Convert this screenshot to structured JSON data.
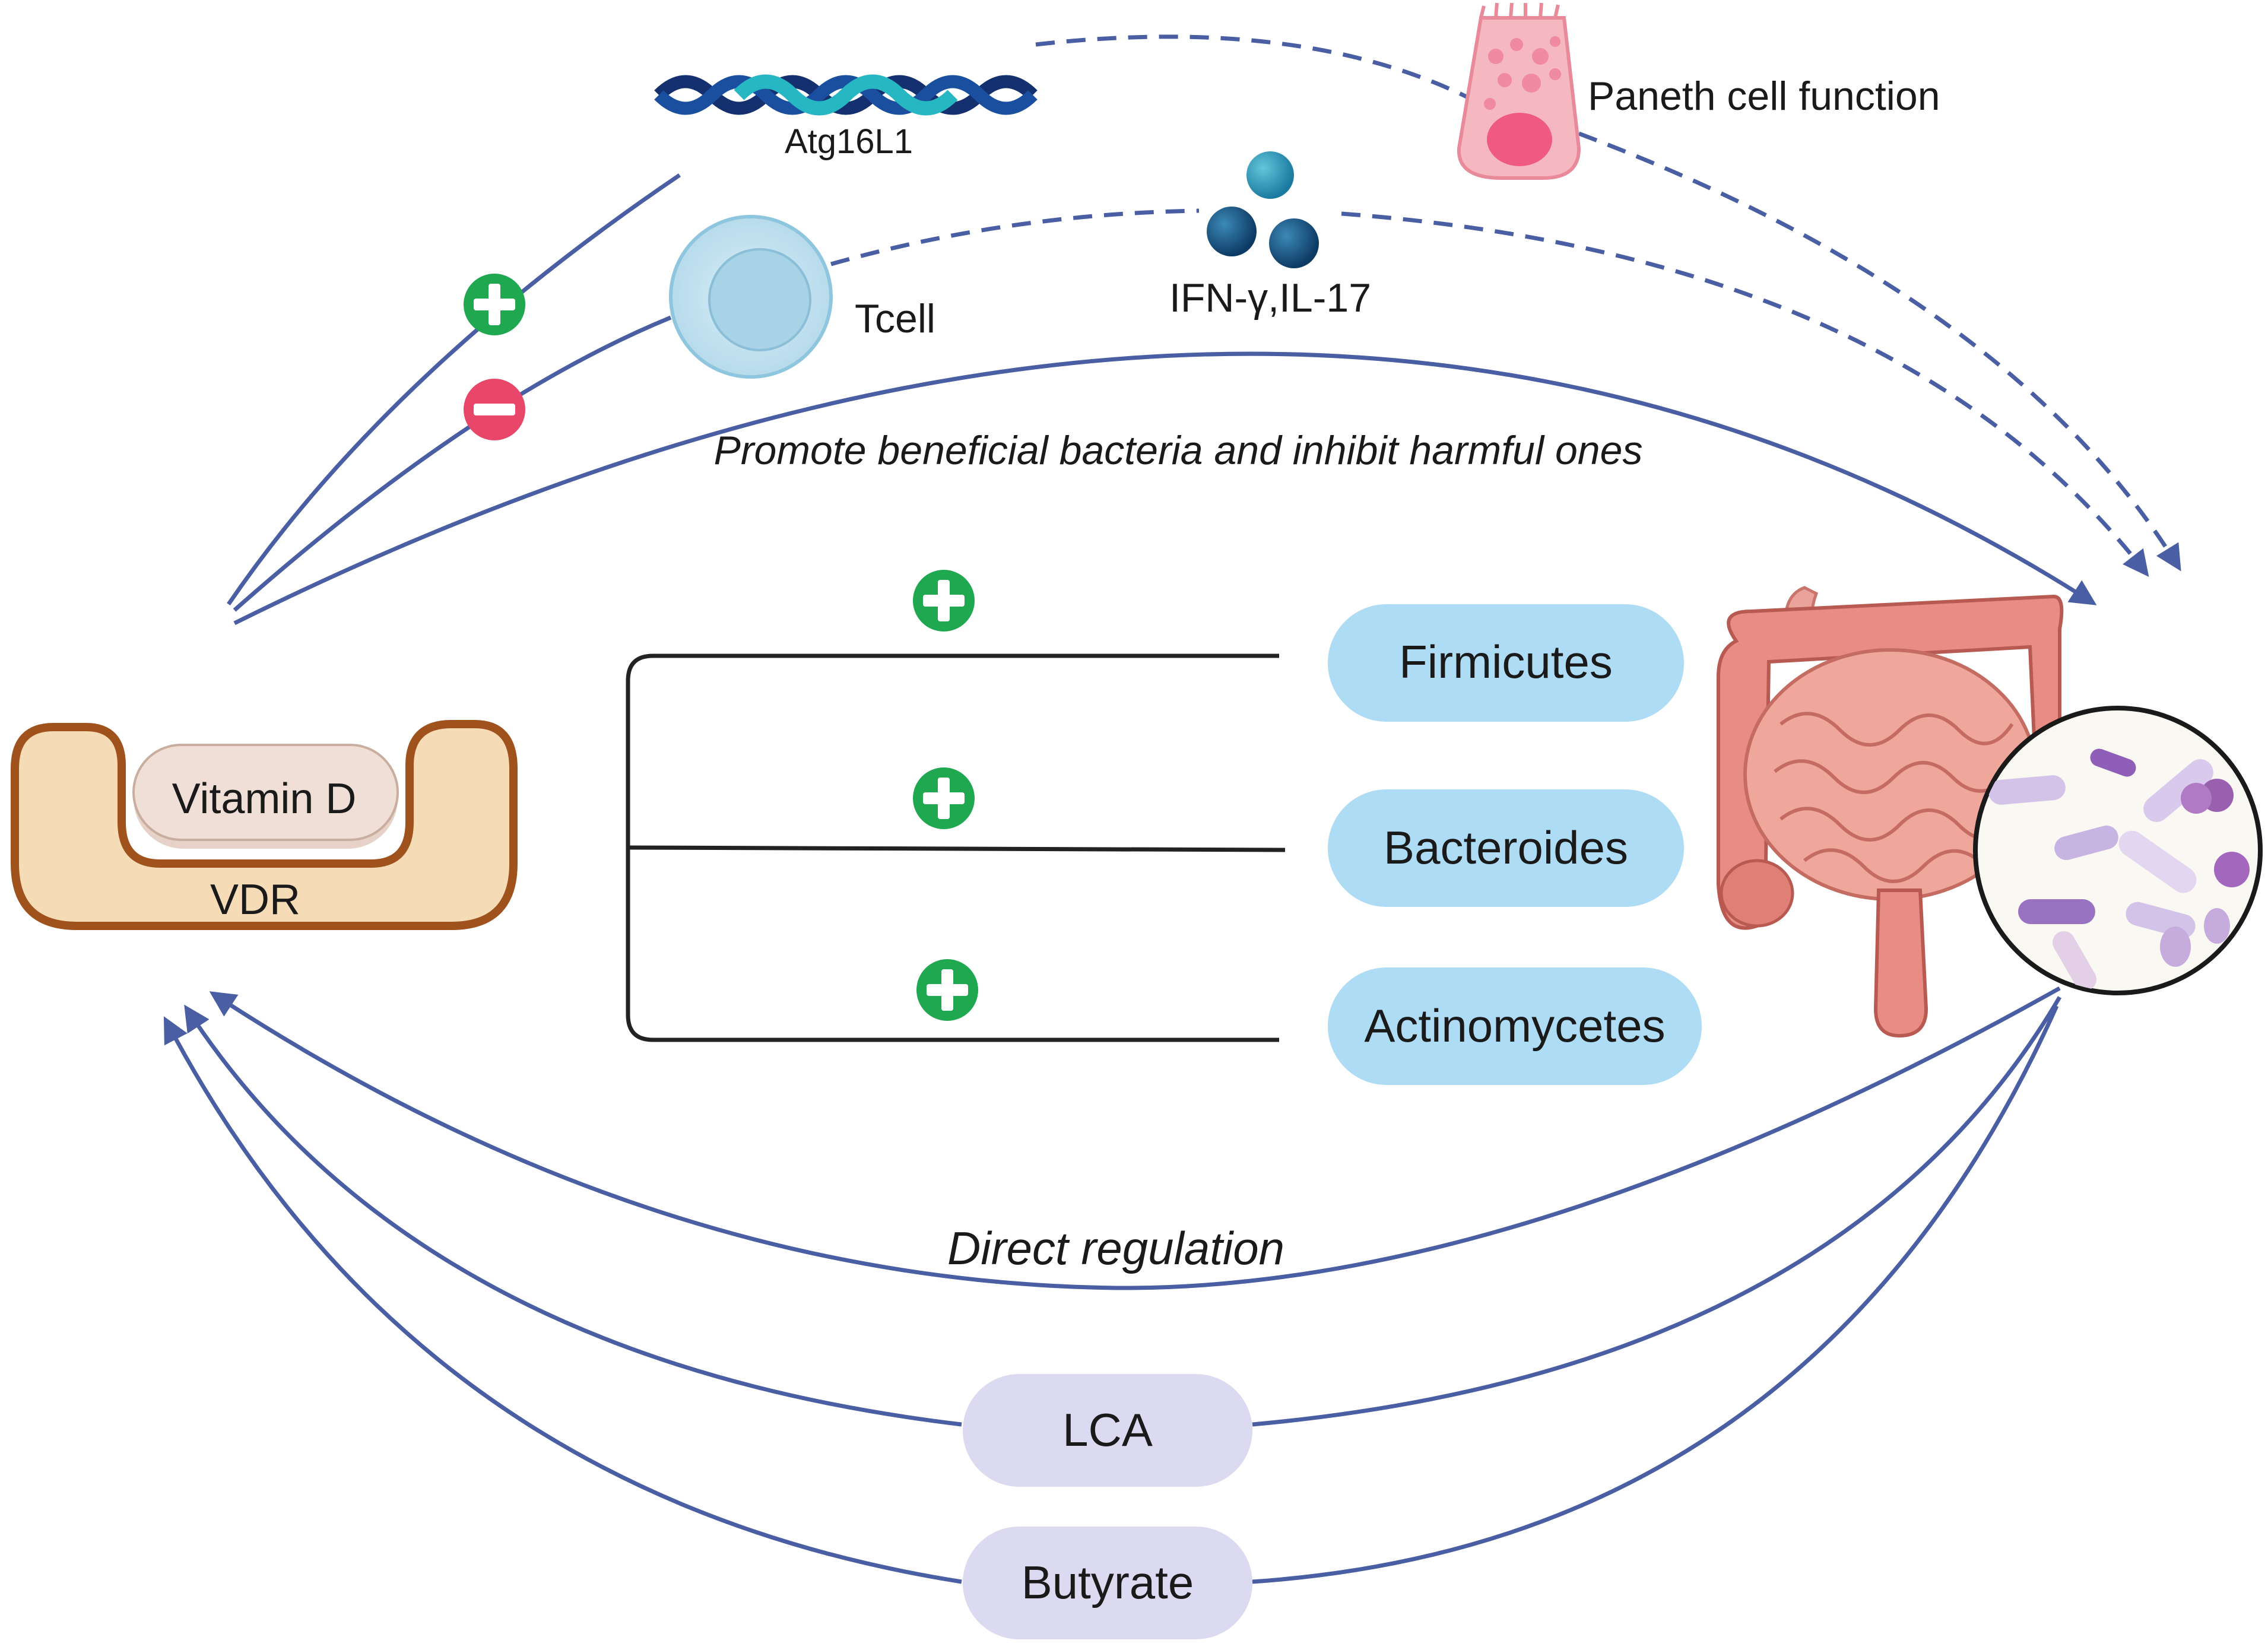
{
  "labels": {
    "atg16l1": "Atg16L1",
    "paneth": "Paneth cell function",
    "tcell": "Tcell",
    "cytokines": "IFN-γ,IL-17",
    "promote": "Promote beneficial bacteria and inhibit harmful ones",
    "vitamin_d": "Vitamin D",
    "vdr": "VDR",
    "direct": "Direct regulation"
  },
  "bacteria": [
    {
      "name": "Firmicutes"
    },
    {
      "name": "Bacteroides"
    },
    {
      "name": "Actinomycetes"
    }
  ],
  "metabolites": [
    {
      "name": "LCA"
    },
    {
      "name": "Butyrate"
    }
  ],
  "colors": {
    "arrow": "#4a5fa3",
    "plus": "#1fa84f",
    "minus": "#e8476a",
    "bacteria_pill": "#aedcf4",
    "metabolite_pill": "#dcdaf0",
    "vdr_fill": "#f5dcb7",
    "vdr_stroke": "#a0521c",
    "vitd_fill": "#eddcd2"
  },
  "icons": [
    "dna-icon",
    "paneth-cell-icon",
    "t-cell-icon",
    "cytokine-icon",
    "intestine-icon",
    "microbiome-icon"
  ]
}
